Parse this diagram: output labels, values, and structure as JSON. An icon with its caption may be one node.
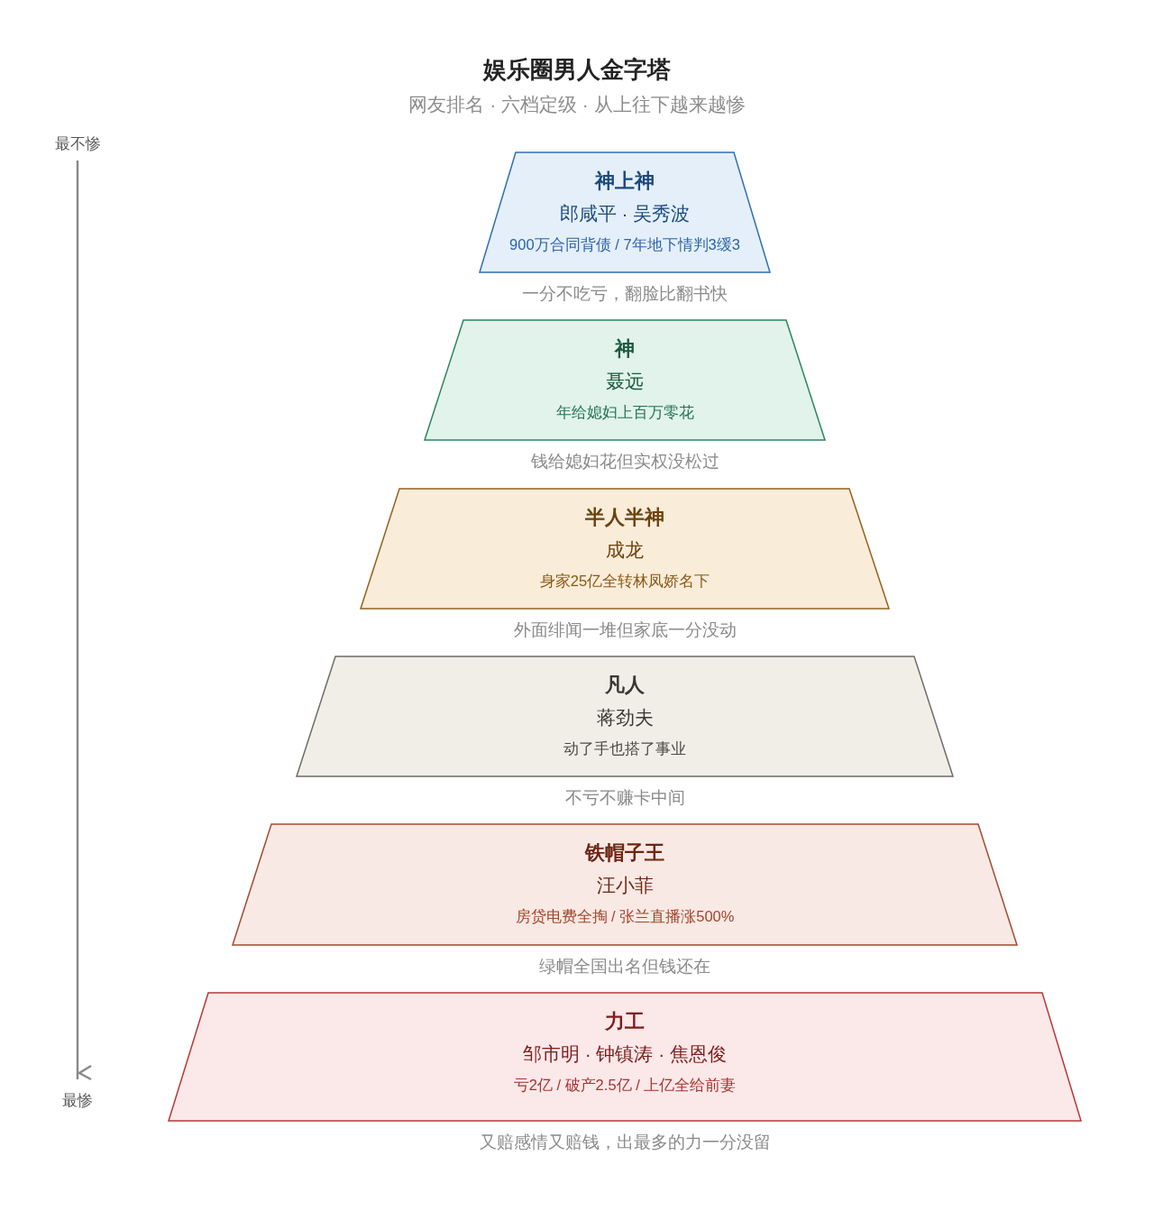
{
  "diagram": {
    "title": "娱乐圈男人金字塔",
    "nodes": [
      {
        "text": [
          "神上神",
          "郎咸平 · 吴秀波",
          "900万合同背债 / 7年地下情判3缓3"
        ],
        "beside": [
          "一分不吃亏，翻脸比翻书快"
        ]
      },
      {
        "text": [
          "神",
          "聂远",
          "年给媳妇上百万零花"
        ],
        "beside": [
          "钱给媳妇花但实权没松过"
        ]
      },
      {
        "text": [
          "半人半神",
          "成龙",
          "身家25亿全转林凤娇名下"
        ],
        "beside": [
          "外面绯闻一堆但家底一分没动"
        ]
      },
      {
        "text": [
          "凡人",
          "蒋劲夫",
          "动了手也搭了事业"
        ],
        "beside": [
          "不亏不赚卡中间"
        ]
      },
      {
        "text": [
          "铁帽子王",
          "汪小菲",
          "房贷电费全掏 / 张兰直播涨500%"
        ],
        "beside": [
          "绿帽全国出名但钱还在"
        ]
      },
      {
        "text": [
          "力工",
          "邹市明 · 钟镇涛 · 焦恩俊",
          "亏2亿 / 破产2.5亿 / 上亿全给前妻"
        ],
        "beside": [
          "又赔感情又赔钱，出最多的力一分没留"
        ]
      }
    ],
    "labels": [
      "网友排名 · 六档定级 · 从上往下越来越惨",
      "最不惨",
      "最惨"
    ]
  }
}
